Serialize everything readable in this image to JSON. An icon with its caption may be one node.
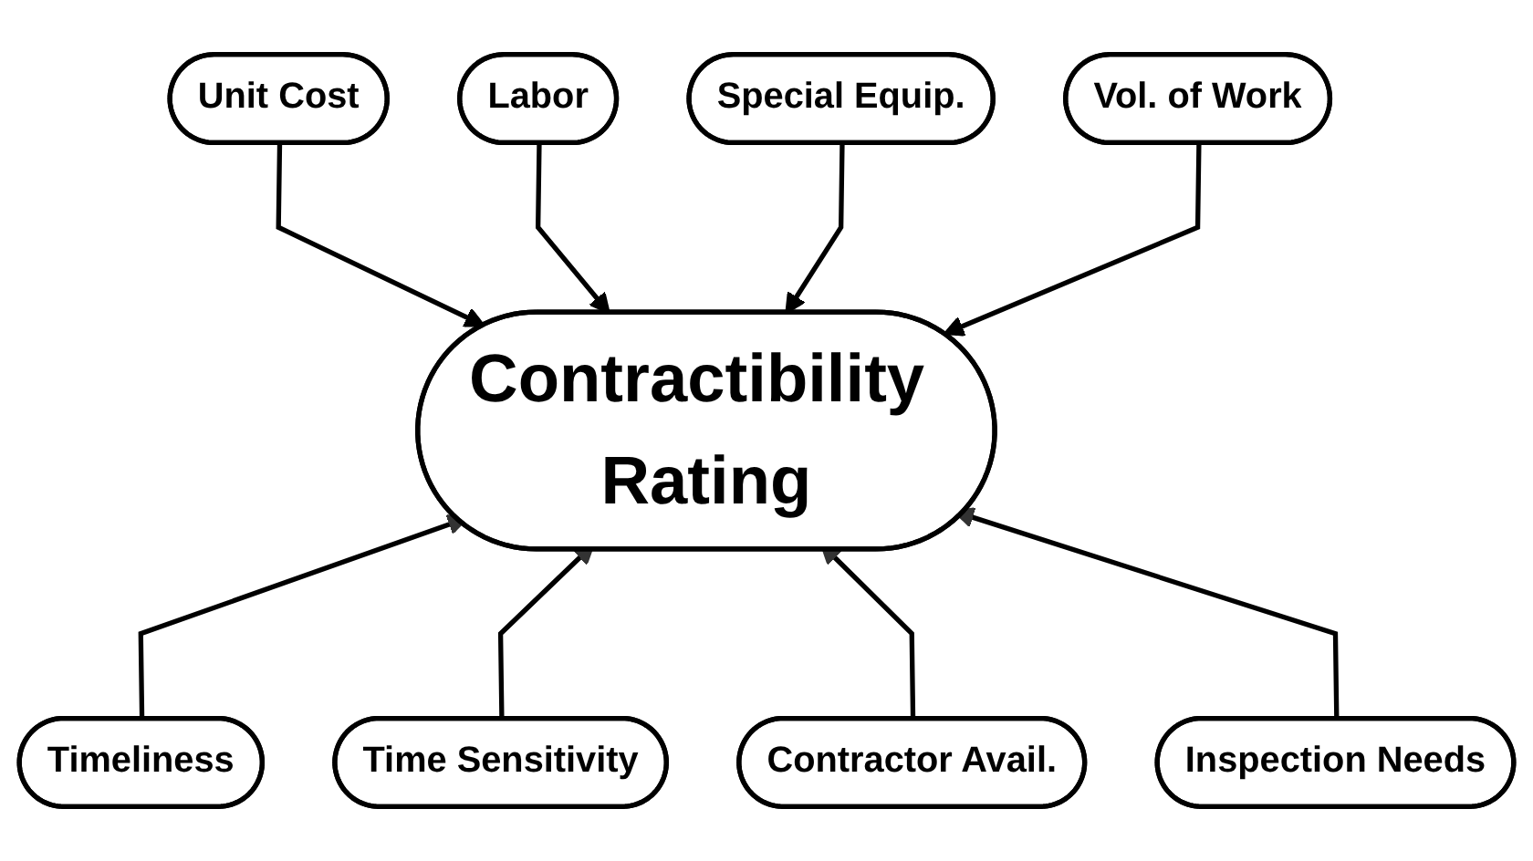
{
  "diagram": {
    "nodes": [
      {
        "text": [
          "Unit Cost"
        ]
      },
      {
        "text": [
          "Labor"
        ]
      },
      {
        "text": [
          "Special Equip."
        ]
      },
      {
        "text": [
          "Vol. of Work"
        ]
      },
      {
        "text": [
          "Contractibility Rating"
        ]
      },
      {
        "text": [
          "Timeliness"
        ]
      },
      {
        "text": [
          "Time Sensitivity"
        ]
      },
      {
        "text": [
          "Contractor Avail."
        ]
      },
      {
        "text": [
          "Inspection Needs"
        ]
      }
    ],
    "edges": [
      {
        "from": 0,
        "to": 4,
        "arrow": "to"
      },
      {
        "from": 1,
        "to": 4,
        "arrow": "to"
      },
      {
        "from": 2,
        "to": 4,
        "arrow": "to"
      },
      {
        "from": 3,
        "to": 4,
        "arrow": "to"
      },
      {
        "from": 5,
        "to": 4,
        "arrow": "to"
      },
      {
        "from": 6,
        "to": 4,
        "arrow": "to"
      },
      {
        "from": 7,
        "to": 4,
        "arrow": "to"
      },
      {
        "from": 8,
        "to": 4,
        "arrow": "to"
      }
    ]
  }
}
